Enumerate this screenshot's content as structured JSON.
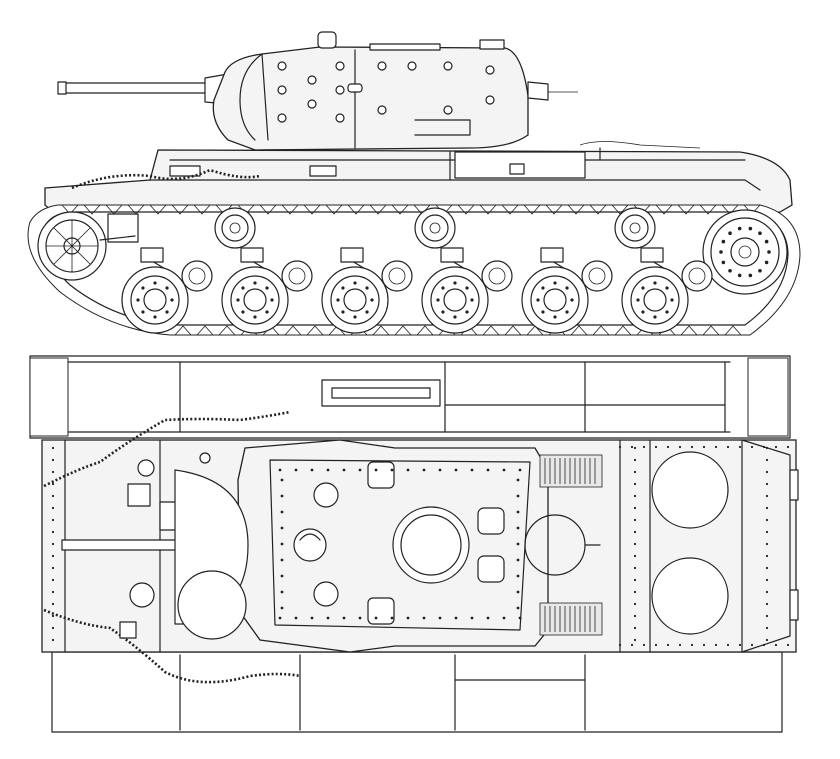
{
  "drawing": {
    "line_color": "#222222",
    "paper_color": "#ffffff",
    "hull_tint": "#f4f4f4",
    "views": [
      {
        "id": "side-view",
        "road_wheels": 6,
        "return_rollers": 3
      },
      {
        "id": "top-view",
        "hatches": 2,
        "engine_deck_circles": 2
      }
    ]
  }
}
